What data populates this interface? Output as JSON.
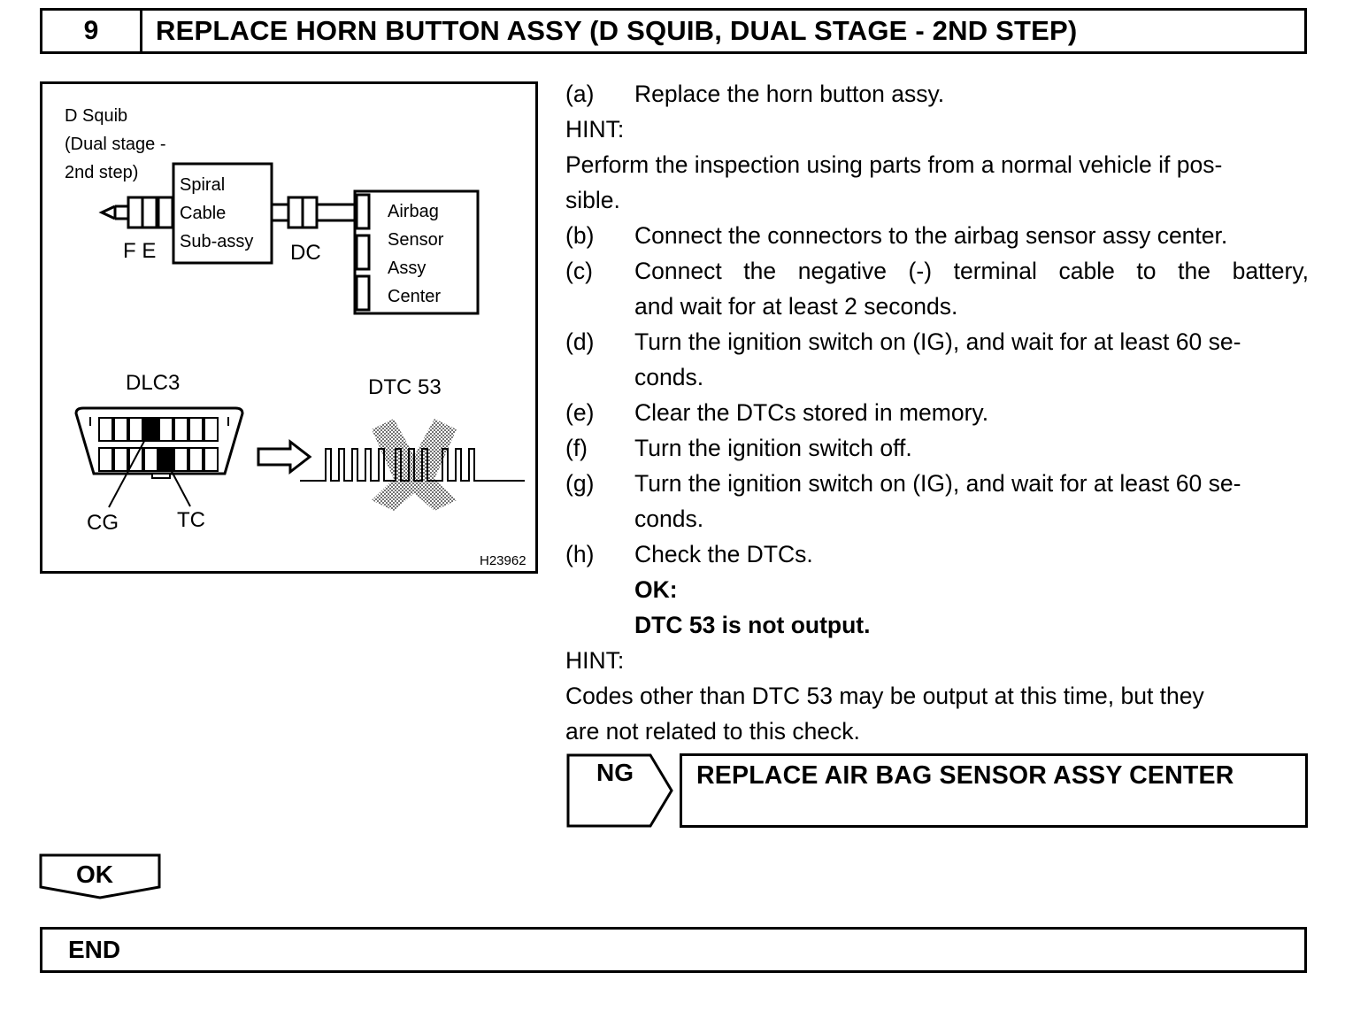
{
  "step": {
    "number": "9",
    "title": "REPLACE HORN BUTTON ASSY (D SQUIB, DUAL STAGE - 2ND STEP)"
  },
  "diagram": {
    "squib_label_1": "D Squib",
    "squib_label_2": "(Dual stage  -",
    "squib_label_3": "2nd step)",
    "spiral_1": "Spiral",
    "spiral_2": "Cable",
    "spiral_3": "Sub-assy",
    "connector_fe": "F E",
    "connector_dc": "DC",
    "airbag_1": "Airbag",
    "airbag_2": "Sensor",
    "airbag_3": "Assy",
    "airbag_4": "Center",
    "dlc3": "DLC3",
    "dtc": "DTC 53",
    "cg": "CG",
    "tc": "TC",
    "figure_id": "H23962"
  },
  "instructions": {
    "a_letter": "(a)",
    "a_text": "Replace the horn button assy.",
    "hint1": "HINT:",
    "hint1_line1": "Perform the inspection using parts from a normal vehicle if pos-",
    "hint1_line2": "sible.",
    "b_letter": "(b)",
    "b_text": "Connect the connectors to the airbag sensor assy center.",
    "c_letter": "(c)",
    "c_line1": "Connect the negative (-) terminal cable to the battery,",
    "c_line2": "and wait for at least 2 seconds.",
    "d_letter": "(d)",
    "d_line1": "Turn the ignition switch on (IG), and wait for at least 60 se-",
    "d_line2": "conds.",
    "e_letter": "(e)",
    "e_text": "Clear the DTCs stored in memory.",
    "f_letter": "(f)",
    "f_text": "Turn the ignition switch off.",
    "g_letter": "(g)",
    "g_line1": "Turn the ignition switch on (IG), and wait for at least 60 se-",
    "g_line2": "conds.",
    "h_letter": "(h)",
    "h_text": "Check the DTCs.",
    "ok_label": "OK:",
    "ok_text": "DTC 53 is not output.",
    "hint2": "HINT:",
    "hint2_line1": "Codes other than DTC 53 may be output at this time, but they",
    "hint2_line2": "are not related to this check."
  },
  "results": {
    "ng_label": "NG",
    "ng_action": "REPLACE AIR BAG SENSOR ASSY CENTER",
    "ok_label": "OK",
    "end_label": "END"
  }
}
